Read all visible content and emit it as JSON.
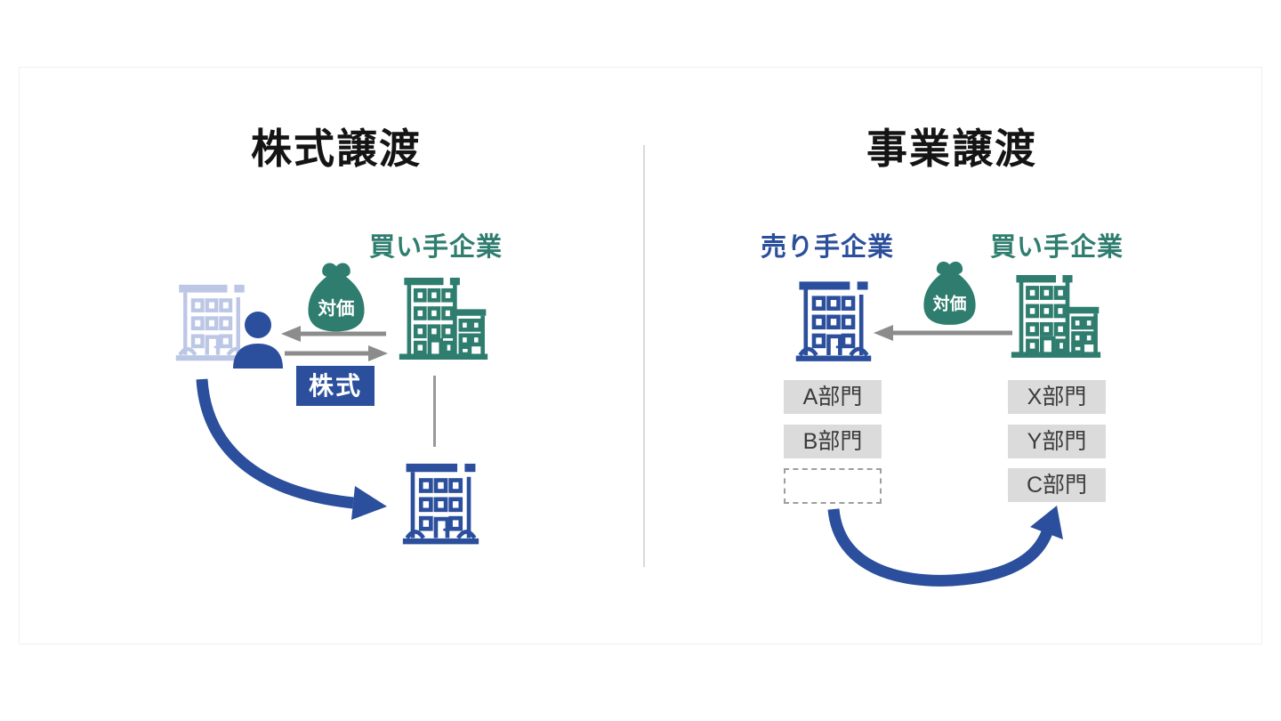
{
  "colors": {
    "teal": "#2E7D6E",
    "blue": "#2B4F9C",
    "light_blue": "#BCC7E6",
    "arrow_gray": "#8C8C8C",
    "connector_gray": "#999999",
    "department_box_bg": "#DBDBDB",
    "dashed_border_gray": "#9E9E9E",
    "title_black": "#141414"
  },
  "left_panel": {
    "title": "株式譲渡",
    "buyer_company_label": "買い手企業",
    "money_bag_label": "対価",
    "stock_badge_label": "株式",
    "icons": {
      "seller_building": "building-icon",
      "seller_owner": "person-icon",
      "consideration": "money-bag-icon",
      "buyer_building": "building-with-annex-icon",
      "acquired_building": "building-icon"
    }
  },
  "right_panel": {
    "title": "事業譲渡",
    "seller_company_label": "売り手企業",
    "buyer_company_label": "買い手企業",
    "money_bag_label": "対価",
    "seller_departments": [
      "A部門",
      "B部門"
    ],
    "transferred_slot_label": "",
    "buyer_departments": [
      "X部門",
      "Y部門",
      "C部門"
    ],
    "icons": {
      "seller_building": "building-icon",
      "consideration": "money-bag-icon",
      "buyer_building": "building-with-annex-icon"
    }
  }
}
